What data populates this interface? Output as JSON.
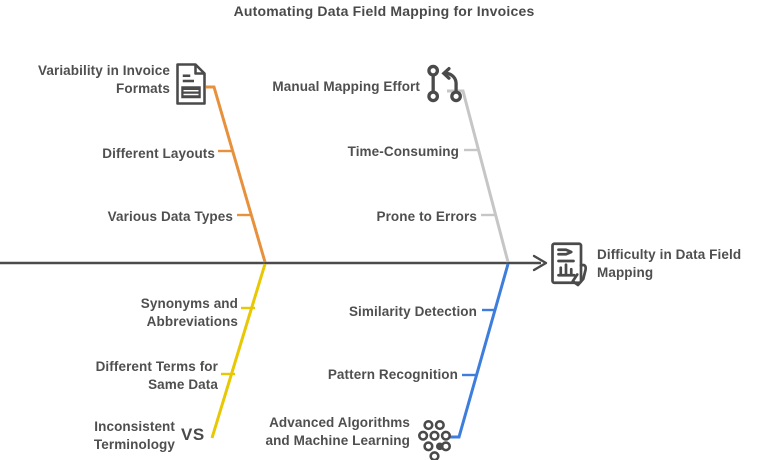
{
  "title": "Automating Data Field Mapping for Invoices",
  "head": {
    "label": "Difficulty in Data Field Mapping",
    "icon": "document-analysis-hand-icon"
  },
  "colors": {
    "spine": "#4a4a4a",
    "text": "#4f4f4f",
    "icon": "#4a4a4a",
    "top_left_branch": "#e8913c",
    "top_right_branch": "#c6c6c6",
    "bottom_left_branch": "#e7c802",
    "bottom_right_branch": "#3d7edd"
  },
  "branches": {
    "top_left": {
      "label": "Variability in Invoice Formats",
      "icon": "invoice-document-icon",
      "color": "#e8913c",
      "items": [
        "Different Layouts",
        "Various Data Types"
      ]
    },
    "top_right": {
      "label": "Manual Mapping Effort",
      "icon": "git-branch-arrow-icon",
      "color": "#c6c6c6",
      "items": [
        "Time-Consuming",
        "Prone to Errors"
      ]
    },
    "bottom_left": {
      "label": "Inconsistent Terminology",
      "icon": "vs-icon",
      "icon_glyph": "VS",
      "color": "#e7c802",
      "items": [
        "Synonyms and Abbreviations",
        "Different Terms for Same Data"
      ]
    },
    "bottom_right": {
      "label": "Advanced Algorithms and Machine Learning",
      "icon": "network-nodes-icon",
      "color": "#3d7edd",
      "items": [
        "Similarity Detection",
        "Pattern Recognition"
      ]
    }
  }
}
